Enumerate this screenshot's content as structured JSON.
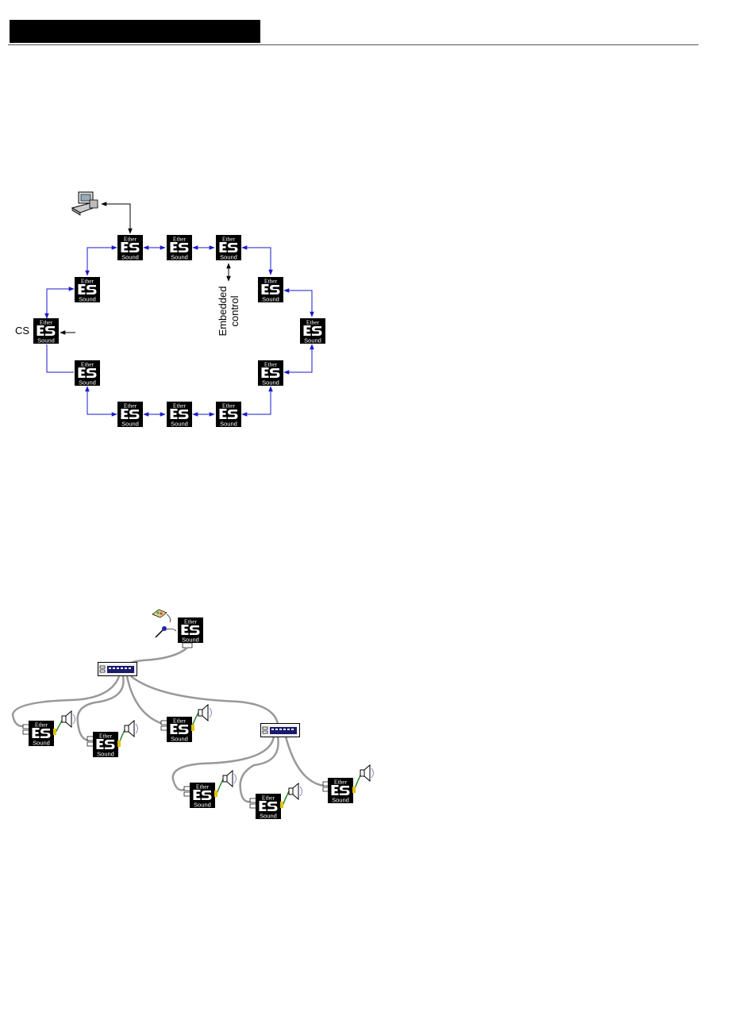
{
  "header": {
    "bar_color": "#000000"
  },
  "logo": {
    "top_text": "Ether",
    "big_text": "ES",
    "bottom_text": "Sound"
  },
  "ring_diagram": {
    "cs_label": "CS",
    "embedded_label_line1": "Embedded",
    "embedded_label_line2": "control",
    "link_color": "#1a1acc",
    "control_color": "#000000"
  },
  "star_diagram": {
    "cable_color": "#999999",
    "speaker_link_color": "#2e8b2e"
  }
}
